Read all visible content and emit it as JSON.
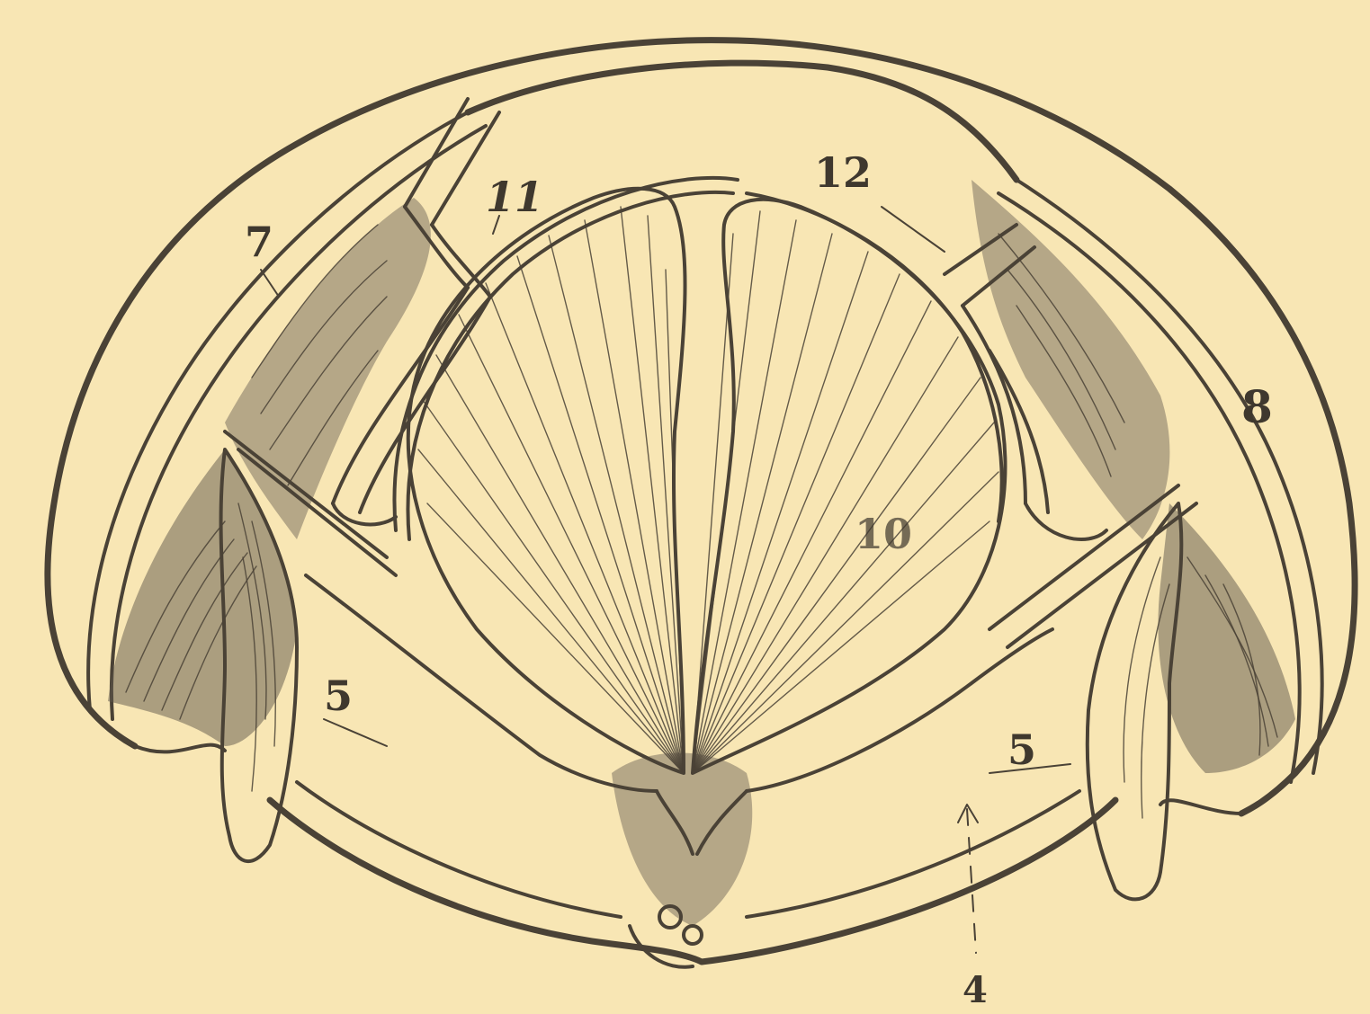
{
  "labels": {
    "l7": "7",
    "l11": "11",
    "l12": "12",
    "l8": "8",
    "l10": "10",
    "l5_left": "5",
    "l5_right": "5",
    "l4": "4"
  },
  "colors": {
    "paper": "#f8e6b4",
    "ink": "#4a4236"
  }
}
